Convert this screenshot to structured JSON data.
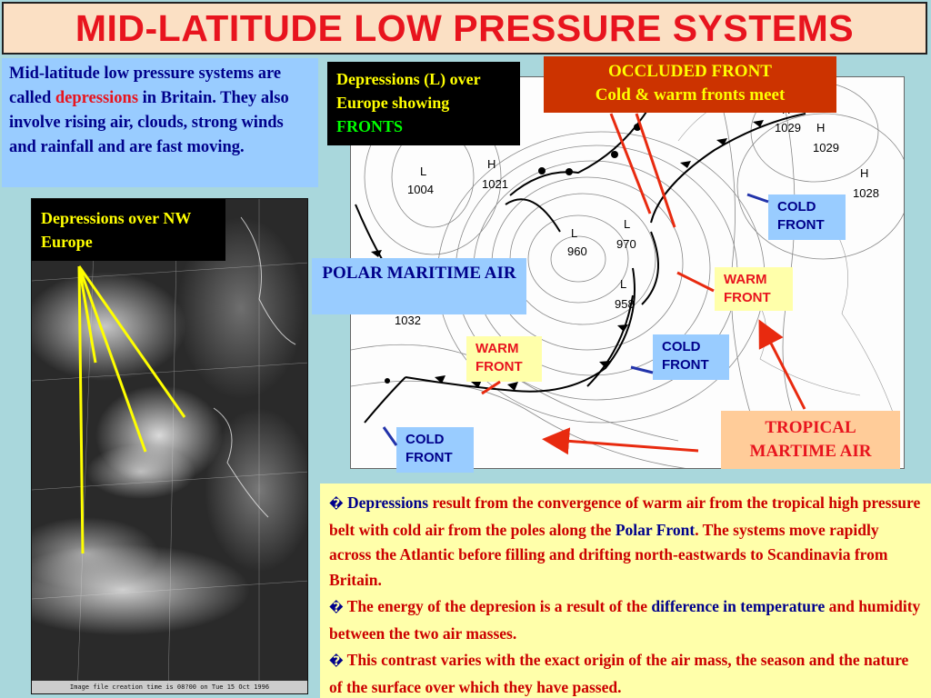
{
  "title": "MID-LATITUDE LOW PRESSURE SYSTEMS",
  "intro": {
    "text_a": "Mid-latitude low pressure systems are called ",
    "highlight": "depressions",
    "text_b": " in Britain. They also involve rising air, clouds, strong winds and rainfall and are fast moving."
  },
  "satellite": {
    "label": "Depressions over NW Europe",
    "caption": "Image file creation time is 08?00 on Tue 15 Oct 1996"
  },
  "map": {
    "label_a": "Depressions (L) over Europe showing ",
    "label_highlight": "FRONTS",
    "occluded_line1": "OCCLUDED FRONT",
    "occluded_line2": "Cold & warm fronts meet",
    "polar": "POLAR MARITIME AIR",
    "tropical": "TROPICAL MARTIME AIR",
    "cold_front": "COLD FRONT",
    "warm_front": "WARM FRONT",
    "pressure_labels": [
      {
        "sym": "L",
        "val": "1004"
      },
      {
        "sym": "H",
        "val": "1021"
      },
      {
        "sym": "H",
        "val": "1029"
      },
      {
        "sym": "H",
        "val": "1029"
      },
      {
        "sym": "H",
        "val": "1028"
      },
      {
        "sym": "L",
        "val": "960"
      },
      {
        "sym": "L",
        "val": "970"
      },
      {
        "sym": "L",
        "val": "958"
      },
      {
        "sym": "",
        "val": "1032"
      }
    ]
  },
  "info": {
    "p1_a": "Depressions",
    "p1_b": " result from the convergence of warm air from the tropical high pressure belt with cold air from the poles along the ",
    "p1_c": "Polar Front",
    "p1_d": ". The systems move rapidly across the Atlantic before filling and drifting north-eastwards to Scandinavia from Britain.",
    "p2_a": " The energy of the depresion is a result of the ",
    "p2_b": "difference in temperature",
    "p2_c": " and humidity between the two air masses.",
    "p3": " This contrast varies with the exact origin of the air mass, the season and the nature of the surface over which they have passed.",
    "bullet": "�"
  }
}
